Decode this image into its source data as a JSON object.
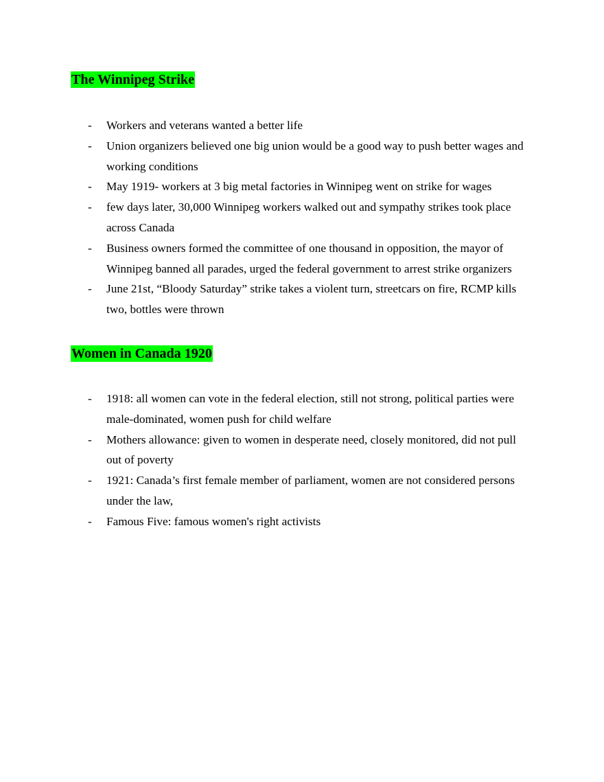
{
  "sections": [
    {
      "heading": "The Winnipeg Strike",
      "highlight_color": "#00ff00",
      "bullets": [
        "Workers and veterans wanted a better life",
        "Union organizers believed one big union would be a good way to push better wages and working conditions",
        "May 1919- workers at 3 big metal factories in Winnipeg went on strike for wages",
        "few days later, 30,000 Winnipeg workers walked out and sympathy strikes took place across Canada",
        "Business owners formed the committee of one thousand in opposition, the mayor of Winnipeg banned all parades, urged the federal government to arrest strike organizers",
        "June 21st,  “Bloody Saturday” strike takes a violent turn, streetcars on fire, RCMP kills two, bottles were thrown"
      ]
    },
    {
      "heading": "Women in Canada 1920",
      "highlight_color": "#00ff00",
      "bullets": [
        "1918: all women can vote in the federal election, still not strong, political parties were male-dominated, women push for child welfare",
        "Mothers allowance: given to women in desperate need, closely monitored, did not pull out of poverty",
        "1921: Canada’s first female member of parliament, women are not considered persons under the law,",
        "Famous Five: famous women's right activists"
      ]
    }
  ],
  "bullet_marker": "-"
}
